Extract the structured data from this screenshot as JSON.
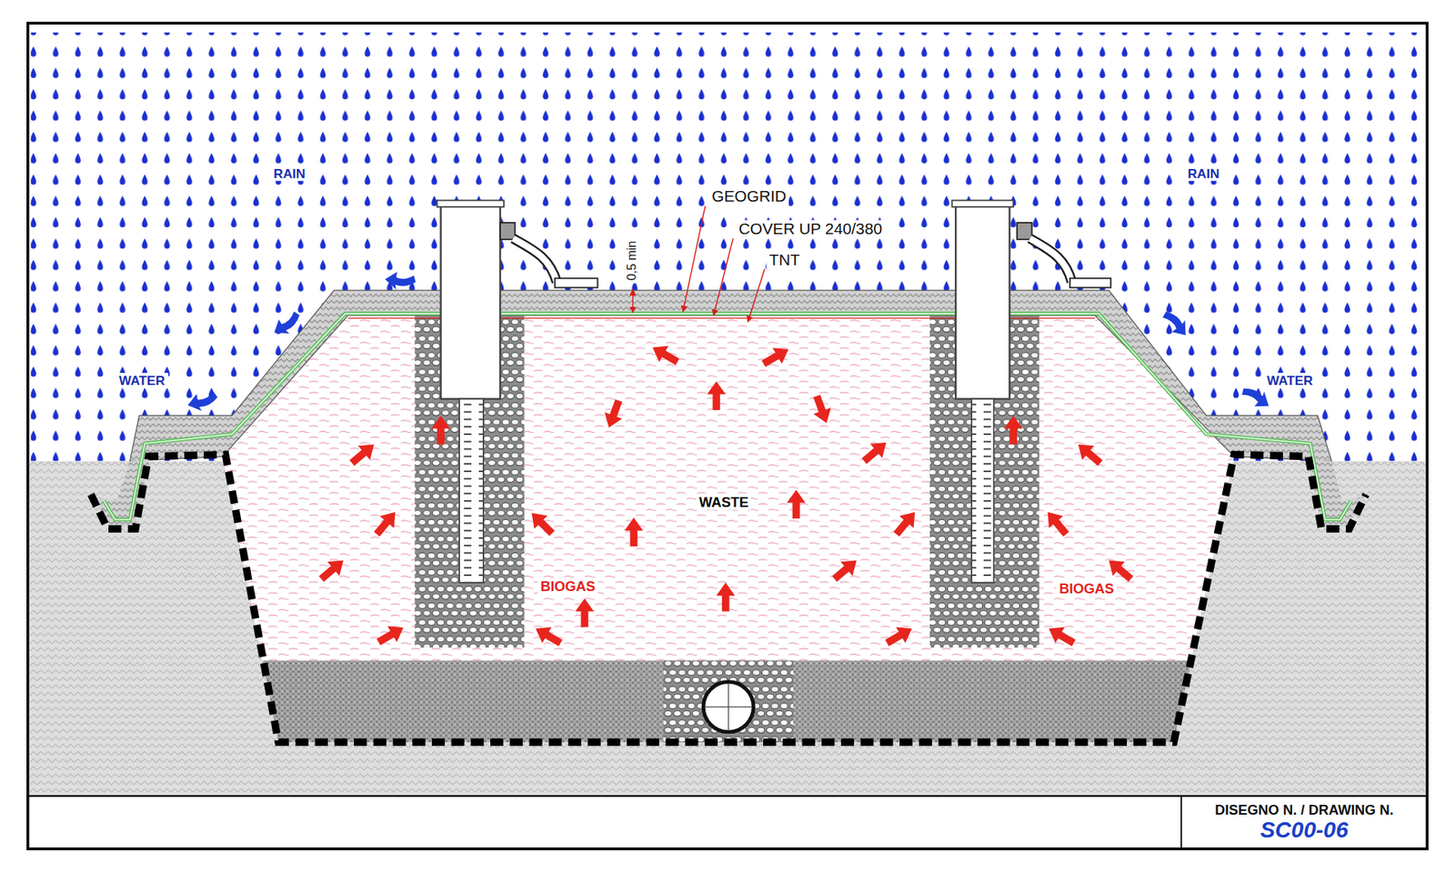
{
  "diagram": {
    "nodes": [
      {
        "text": [
          "DISEGNO N. / DRAWING N.",
          "SC00-06"
        ]
      }
    ],
    "labels": [
      "RAIN",
      "RAIN",
      "GEOGRID",
      "COVER UP 240/380",
      "TNT",
      "0,5 min",
      "WATER",
      "WATER",
      "WASTE",
      "BIOGAS",
      "BIOGAS"
    ]
  }
}
